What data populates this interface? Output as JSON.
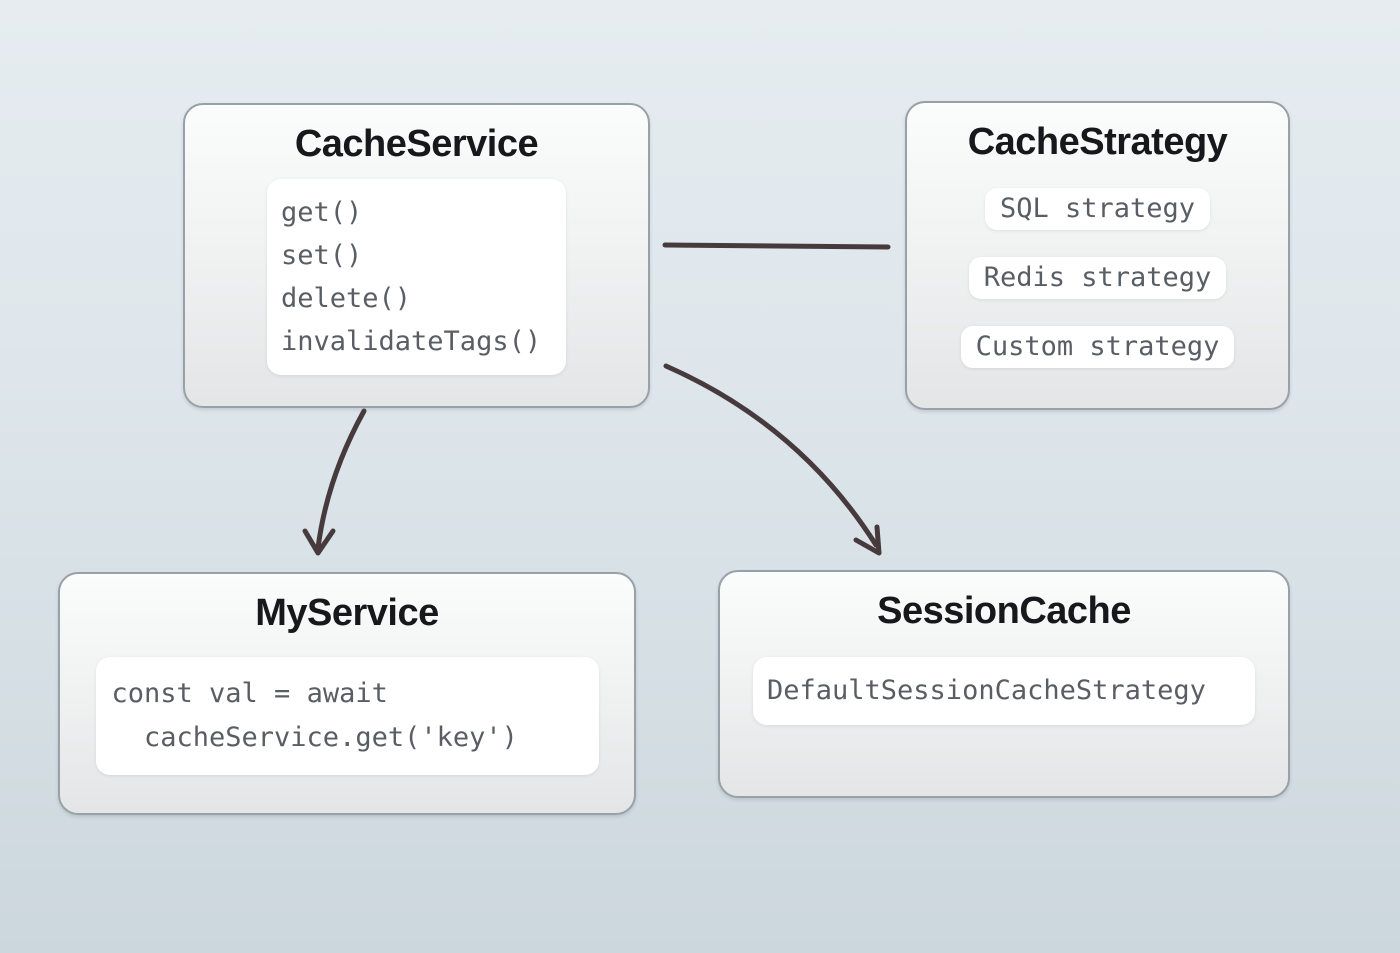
{
  "diagram": {
    "background_top_color": "#e6ecf0",
    "background_bottom_color": "#ccd7dd",
    "node_border_color": "#98a1a8",
    "arrow_color": "#463a3d",
    "title_color": "#17181b",
    "code_text_color": "#595e64"
  },
  "nodes": {
    "cache_service": {
      "title": "CacheService",
      "methods": [
        "get()",
        "set()",
        "delete()",
        "invalidateTags()"
      ]
    },
    "cache_strategy": {
      "title": "CacheStrategy",
      "strategies": [
        "SQL strategy",
        "Redis strategy",
        "Custom strategy"
      ]
    },
    "my_service": {
      "title": "MyService",
      "code_lines": [
        "const val = await",
        "cacheService.get('key')"
      ]
    },
    "session_cache": {
      "title": "SessionCache",
      "code": "DefaultSessionCacheStrategy"
    }
  },
  "connections": [
    {
      "from": "CacheService",
      "to": "CacheStrategy",
      "type": "plain-line"
    },
    {
      "from": "CacheService",
      "to": "MyService",
      "type": "curved-arrow"
    },
    {
      "from": "CacheService",
      "to": "SessionCache",
      "type": "curved-arrow"
    }
  ]
}
